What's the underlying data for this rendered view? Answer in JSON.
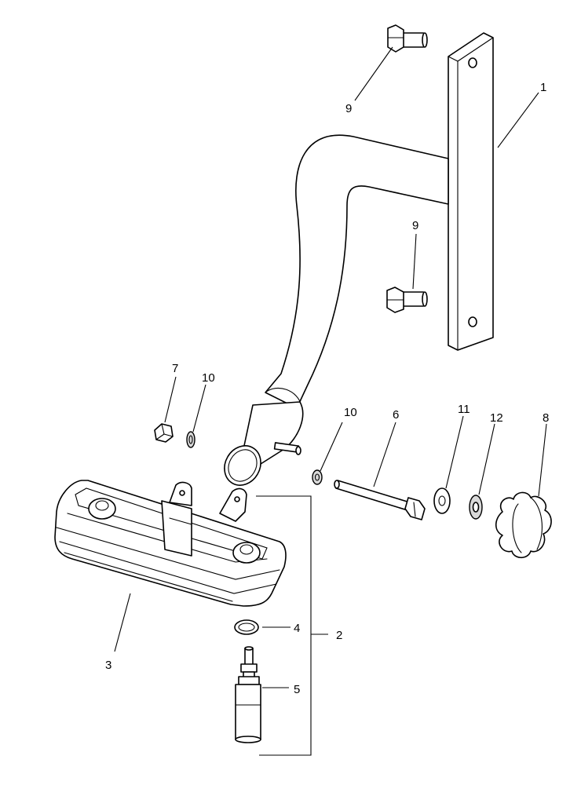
{
  "callouts": {
    "c1": "1",
    "c2": "2",
    "c3": "3",
    "c4": "4",
    "c5": "5",
    "c6": "6",
    "c7": "7",
    "c8": "8",
    "c9a": "9",
    "c9b": "9",
    "c10a": "10",
    "c10b": "10",
    "c11": "11",
    "c12": "12"
  }
}
